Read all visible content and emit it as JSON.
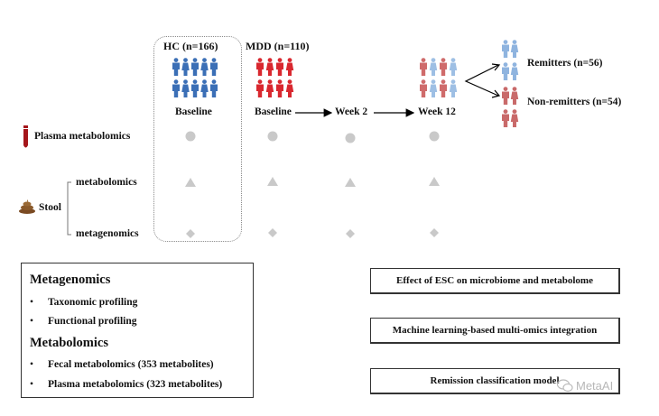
{
  "groups": {
    "hc": {
      "label": "HC (n=166)",
      "timepoint": "Baseline",
      "color": "#3b6fb6"
    },
    "mdd": {
      "label": "MDD (n=110)",
      "timepoint": "Baseline",
      "color": "#d9282f"
    }
  },
  "timepoints": {
    "week2": "Week 2",
    "week12": "Week 12"
  },
  "outcomes": {
    "remitters": {
      "label": "Remitters (n=56)",
      "color": "#8fb4df"
    },
    "nonremitters": {
      "label": "Non-remitters (n=54)",
      "color": "#c96a6a"
    }
  },
  "rows": {
    "plasma": "Plasma metabolomics",
    "stool": "Stool",
    "stool_metabolomics": "metabolomics",
    "stool_metagenomics": "metagenomics"
  },
  "left_panel": {
    "title1": "Metagenomics",
    "item1": "Taxonomic profiling",
    "item2": "Functional profiling",
    "title2": "Metabolomics",
    "item3": "Fecal metabolomics   (353 metabolites)",
    "item4": "Plasma metabolomics (323 metabolites)"
  },
  "right_boxes": {
    "box1": "Effect of ESC on microbiome and metabolome",
    "box2": "Machine learning-based multi-omics integration",
    "box3": "Remission classification model"
  },
  "watermark": "MetaAI",
  "colors": {
    "marker": "#c9c9c9",
    "week12_person_red": "#cf6b6b",
    "week12_person_blue": "#9ebfe4",
    "tube": "#a5161b",
    "stool": "#8a5a2b"
  },
  "icons": [
    "person-icon",
    "test-tube-icon",
    "stool-icon",
    "wechat-icon"
  ]
}
